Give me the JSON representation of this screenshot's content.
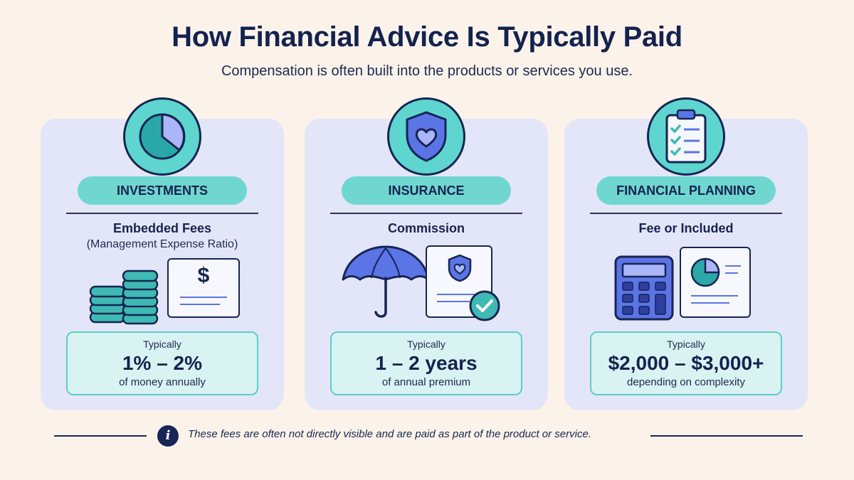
{
  "header": {
    "title": "How Financial Advice Is Typically Paid",
    "subtitle": "Compensation is often built into the products or services you use."
  },
  "cards": [
    {
      "icon": "pie-chart-icon",
      "category": "INVESTMENTS",
      "payment_type": "Embedded Fees",
      "payment_subtype": "(Management Expense Ratio)",
      "illustration": [
        "coin-stack-icon",
        "dollar-document-icon"
      ],
      "dollar_symbol": "$",
      "range_label": "Typically",
      "range_value": "1% – 2%",
      "range_note": "of money annually"
    },
    {
      "icon": "shield-heart-icon",
      "category": "INSURANCE",
      "payment_type": "Commission",
      "illustration": [
        "umbrella-icon",
        "policy-document-icon",
        "checkmark-icon"
      ],
      "range_label": "Typically",
      "range_value": "1 – 2 years",
      "range_note": "of annual premium"
    },
    {
      "icon": "clipboard-checklist-icon",
      "category": "FINANCIAL PLANNING",
      "payment_type": "Fee or Included",
      "illustration": [
        "calculator-icon",
        "report-document-icon"
      ],
      "range_label": "Typically",
      "range_value": "$2,000 – $3,000+",
      "range_note": "depending on complexity"
    }
  ],
  "footer": {
    "icon": "info-icon",
    "info_glyph": "i",
    "note": "These fees are often not directly visible and are paid as part of the product or service."
  },
  "colors": {
    "background": "#fbf3ea",
    "card": "#e3e6f9",
    "teal": "#5ed6cf",
    "navy": "#15224a",
    "indigo": "#5b74e6",
    "lavender": "#aab6f7"
  }
}
